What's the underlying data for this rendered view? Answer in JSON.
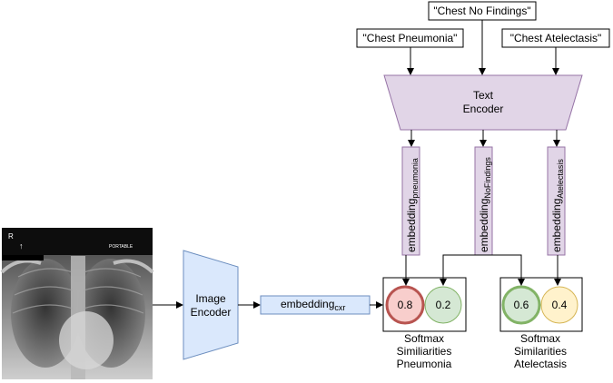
{
  "prompts": {
    "no_findings": "\"Chest No Findings\"",
    "pneumonia": "\"Chest Pneumonia\"",
    "atelectasis": "\"Chest Atelectasis\""
  },
  "text_encoder": {
    "line1": "Text",
    "line2": "Encoder"
  },
  "image_encoder": {
    "line1": "Image",
    "line2": "Encoder"
  },
  "embeddings": {
    "pneumonia": {
      "base": "embedding",
      "sub": "pneumonia"
    },
    "no_findings": {
      "base": "embedding",
      "sub": "NoFindings"
    },
    "atelectasis": {
      "base": "embedding",
      "sub": "Atelectasis"
    },
    "cxr": {
      "base": "embedding",
      "sub": "cxr"
    }
  },
  "xray": {
    "marker_r": "R",
    "marker_up": "↑",
    "portable": "PORTABLE"
  },
  "softmax_pneumonia": {
    "value_disease": "0.8",
    "value_normal": "0.2",
    "caption_line1": "Softmax",
    "caption_line2": "Similiarities",
    "caption_line3": "Pneumonia"
  },
  "softmax_atelectasis": {
    "value_disease": "0.6",
    "value_normal": "0.4",
    "caption_line1": "Softmax",
    "caption_line2": "Similarities",
    "caption_line3": "Atelectasis"
  },
  "colors": {
    "text_encoder_fill": "#e1d5e7",
    "text_encoder_stroke": "#9673a6",
    "image_encoder_fill": "#dae8fc",
    "image_encoder_stroke": "#6c8ebf",
    "red_fill": "#f8cecc",
    "red_stroke": "#b85450",
    "green_fill": "#d5e8d4",
    "green_stroke": "#82b366",
    "yellow_fill": "#fff2cc",
    "yellow_stroke": "#d6b656"
  }
}
